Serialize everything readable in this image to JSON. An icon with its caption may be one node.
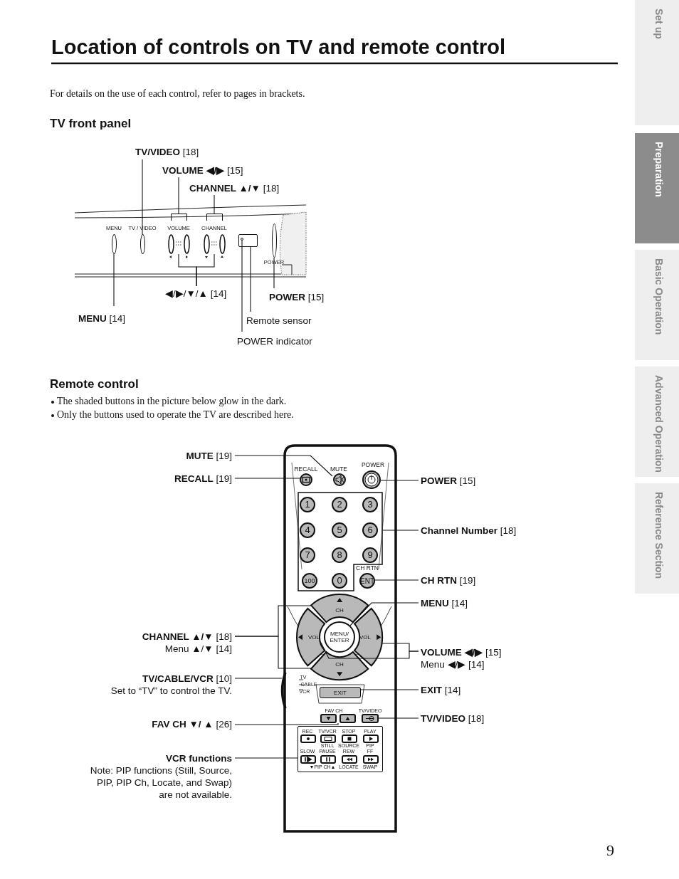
{
  "diagram": {
    "title": "Location of controls on TV and remote control",
    "nodes": [
      {
        "text": [
          "**TV/VIDEO** [18]"
        ]
      },
      {
        "text": [
          "**VOLUME ◀/▶** [15]"
        ]
      },
      {
        "text": [
          "**CHANNEL ▲/▼** [18]"
        ]
      },
      {
        "text": [
          "◀/▶/▼/▲ [14]"
        ]
      },
      {
        "text": [
          "**MENU** [14]"
        ]
      },
      {
        "text": [
          "**POWER** [15]"
        ]
      },
      {
        "text": [
          "Remote sensor"
        ]
      },
      {
        "text": [
          "POWER indicator"
        ]
      },
      {
        "text": [],
        "shape": "button"
      },
      {
        "text": [],
        "shape": "button"
      },
      {
        "text": [],
        "shape": "button"
      },
      {
        "text": [],
        "shape": "button"
      },
      {
        "text": [],
        "shape": "box"
      },
      {
        "text": [],
        "shape": "circle",
        "in": 12
      },
      {
        "text": [],
        "shape": "button"
      },
      {
        "text": [
          "**MUTE** [19]"
        ]
      },
      {
        "text": [
          "**RECALL** [19]"
        ]
      },
      {
        "text": [
          "**POWER** [15]"
        ]
      },
      {
        "text": [
          "**Channel Number** [18]"
        ]
      },
      {
        "text": [
          "**CH RTN** [19]"
        ]
      },
      {
        "text": [
          "**MENU** [14]"
        ]
      },
      {
        "text": [
          "**CHANNEL ▲/▼** [18]",
          "Menu ▲/▼ [14]"
        ]
      },
      {
        "text": [
          "**VOLUME ◀/▶** [15]",
          "Menu ◀/▶ [14]"
        ]
      },
      {
        "text": [
          "**TV/CABLE/VCR** [10]",
          "Set to “TV” to control the TV."
        ]
      },
      {
        "text": [
          "**EXIT** [14]"
        ]
      },
      {
        "text": [
          "**FAV CH ▼/ ▲** [26]"
        ]
      },
      {
        "text": [
          "**TV/VIDEO** [18]"
        ]
      },
      {
        "text": [
          "VCR functions",
          "Note: PIP functions (Still, Source, PIP, PIP Ch, Locate, and Swap) are not available."
        ]
      },
      {
        "text": [],
        "shape": "button"
      },
      {
        "text": [],
        "shape": "button"
      },
      {
        "text": [],
        "shape": "button"
      },
      {
        "text": [],
        "shape": "box"
      },
      {
        "text": [
          "1"
        ],
        "in": 31
      },
      {
        "text": [
          "2"
        ],
        "in": 31
      },
      {
        "text": [
          "3"
        ],
        "in": 31
      },
      {
        "text": [
          "4"
        ],
        "in": 31
      },
      {
        "text": [
          "5"
        ],
        "in": 31
      },
      {
        "text": [
          "6"
        ],
        "in": 31
      },
      {
        "text": [
          "7"
        ],
        "in": 31
      },
      {
        "text": [
          "8"
        ],
        "in": 31
      },
      {
        "text": [
          "9"
        ],
        "in": 31
      },
      {
        "text": [
          "100"
        ],
        "in": 31
      },
      {
        "text": [
          "0"
        ],
        "in": 31
      },
      {
        "text": [
          "ENT"
        ]
      },
      {
        "text": [
          "CH"
        ]
      },
      {
        "text": [
          "VOL"
        ]
      },
      {
        "text": [
          "MENU/ ENTER"
        ]
      },
      {
        "text": [
          "VOL"
        ]
      },
      {
        "text": [
          "CH"
        ]
      },
      {
        "text": [],
        "shape": "switch"
      },
      {
        "text": [
          "EXIT"
        ]
      },
      {
        "text": [],
        "shape": "button"
      },
      {
        "text": [],
        "shape": "button"
      },
      {
        "text": [],
        "shape": "box"
      }
    ],
    "edges": [
      {
        "from": 0,
        "to": 9,
        "arrow": "none"
      },
      {
        "from": 1,
        "to": 10,
        "arrow": "none"
      },
      {
        "from": 2,
        "to": 11,
        "arrow": "none"
      },
      {
        "from": 3,
        "to": 10,
        "arrow": "none"
      },
      {
        "from": 3,
        "to": 11,
        "arrow": "none"
      },
      {
        "from": 4,
        "to": 8,
        "arrow": "none"
      },
      {
        "from": 5,
        "to": 14,
        "arrow": "none"
      },
      {
        "from": 6,
        "to": 12,
        "arrow": "none"
      },
      {
        "from": 7,
        "to": 13,
        "arrow": "none"
      },
      {
        "from": 15,
        "to": 29,
        "arrow": "none"
      },
      {
        "from": 16,
        "to": 28,
        "arrow": "none"
      },
      {
        "from": 17,
        "to": 30,
        "arrow": "none"
      },
      {
        "from": 18,
        "to": 31,
        "arrow": "none"
      },
      {
        "from": 19,
        "to": 43,
        "arrow": "none"
      },
      {
        "from": 20,
        "to": 46,
        "arrow": "none"
      },
      {
        "from": 21,
        "to": 44,
        "arrow": "none"
      },
      {
        "from": 21,
        "to": 48,
        "arrow": "none"
      },
      {
        "from": 22,
        "to": 45,
        "arrow": "none"
      },
      {
        "from": 22,
        "to": 47,
        "arrow": "none"
      },
      {
        "from": 23,
        "to": 49,
        "arrow": "none"
      },
      {
        "from": 24,
        "to": 50,
        "arrow": "none"
      },
      {
        "from": 25,
        "to": 51,
        "arrow": "none"
      },
      {
        "from": 26,
        "to": 52,
        "arrow": "none"
      },
      {
        "from": 27,
        "to": 53,
        "arrow": "none"
      }
    ],
    "labels": [
      "For details on the use of each control, refer to pages in brackets.",
      "TV front panel",
      "MENU",
      "TV / VIDEO",
      "VOLUME",
      "CHANNEL",
      "POWER",
      "Remote control",
      "The shaded buttons in the picture below glow in the dark.",
      "Only the buttons used to operate the TV are described here.",
      "RECALL",
      "MUTE",
      "POWER",
      "CH RTN",
      "TV",
      "CABLE",
      "VCR",
      "FAV CH",
      "TV/VIDEO",
      "REC",
      "TV/VCR",
      "STOP",
      "PLAY",
      "STILL",
      "SOURCE",
      "PIP",
      "SLOW",
      "PAUSE",
      "REW",
      "FF",
      "▼PIP CH▲",
      "LOCATE",
      "SWAP",
      "Set up",
      "Preparation",
      "Basic Operation",
      "Advanced Operation",
      "Reference Section",
      "9"
    ]
  }
}
